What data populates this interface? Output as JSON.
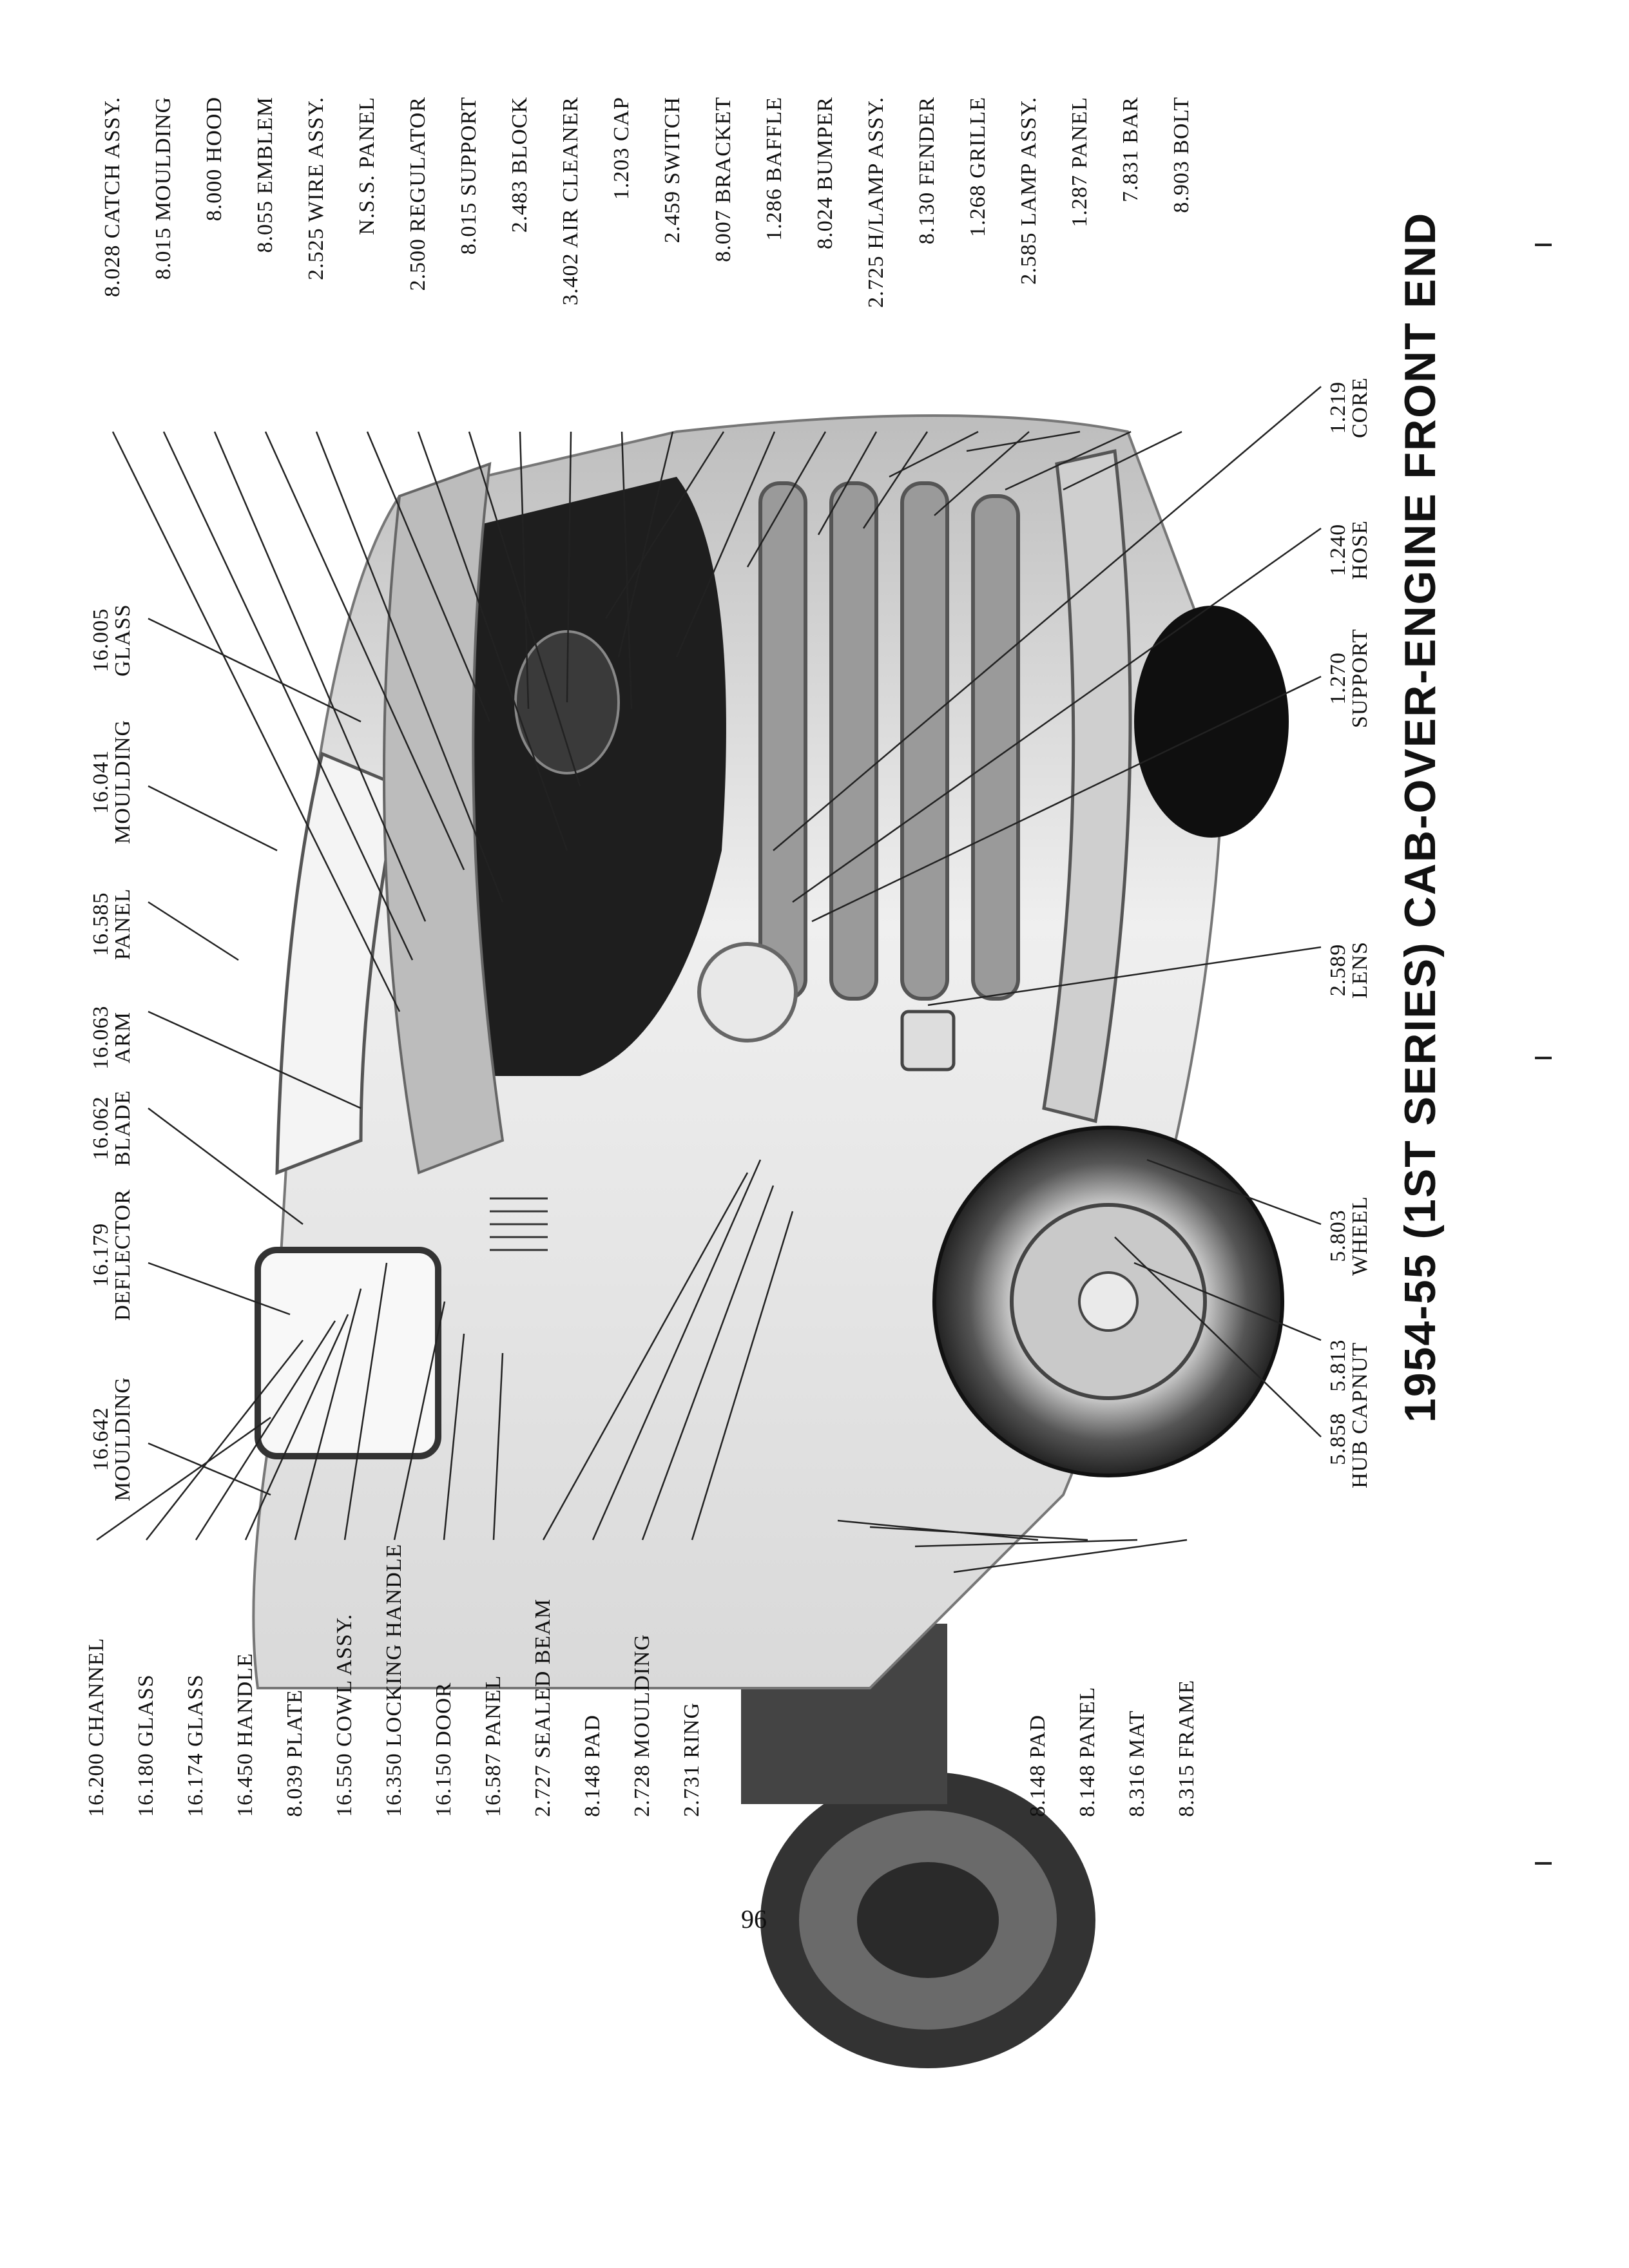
{
  "title": "1954-55 (1ST SERIES) CAB-OVER-ENGINE FRONT END",
  "page_number": "96",
  "top_labels": [
    {
      "code": "8.028",
      "name": "CATCH ASSY."
    },
    {
      "code": "8.015",
      "name": "MOULDING"
    },
    {
      "code": "8.000",
      "name": "HOOD"
    },
    {
      "code": "8.055",
      "name": "EMBLEM"
    },
    {
      "code": "2.525",
      "name": "WIRE ASSY."
    },
    {
      "code": "",
      "name": "N.S.S. PANEL"
    },
    {
      "code": "2.500",
      "name": "REGULATOR"
    },
    {
      "code": "8.015",
      "name": "SUPPORT"
    },
    {
      "code": "2.483",
      "name": "BLOCK"
    },
    {
      "code": "3.402",
      "name": "AIR CLEANER"
    },
    {
      "code": "1.203",
      "name": "CAP"
    },
    {
      "code": "2.459",
      "name": "SWITCH"
    },
    {
      "code": "8.007",
      "name": "BRACKET"
    },
    {
      "code": "1.286",
      "name": "BAFFLE"
    },
    {
      "code": "8.024",
      "name": "BUMPER"
    },
    {
      "code": "2.725",
      "name": "H/LAMP ASSY."
    },
    {
      "code": "8.130",
      "name": "FENDER"
    },
    {
      "code": "1.268",
      "name": "GRILLE"
    },
    {
      "code": "2.585",
      "name": "LAMP ASSY."
    },
    {
      "code": "1.287",
      "name": "PANEL"
    },
    {
      "code": "7.831",
      "name": "BAR"
    },
    {
      "code": "8.903",
      "name": "BOLT"
    }
  ],
  "bottom_labels": [
    {
      "code": "16.200",
      "name": "CHANNEL"
    },
    {
      "code": "16.180",
      "name": "GLASS"
    },
    {
      "code": "16.174",
      "name": "GLASS"
    },
    {
      "code": "16.450",
      "name": "HANDLE"
    },
    {
      "code": "8.039",
      "name": "PLATE"
    },
    {
      "code": "16.550",
      "name": "COWL ASSY."
    },
    {
      "code": "16.350",
      "name": "LOCKING HANDLE"
    },
    {
      "code": "16.150",
      "name": "DOOR"
    },
    {
      "code": "16.587",
      "name": "PANEL"
    },
    {
      "code": "2.727",
      "name": "SEALED BEAM"
    },
    {
      "code": "8.148",
      "name": "PAD"
    },
    {
      "code": "2.728",
      "name": "MOULDING"
    },
    {
      "code": "2.731",
      "name": "RING"
    },
    {
      "code": "8.148",
      "name": "PAD"
    },
    {
      "code": "8.148",
      "name": "PANEL"
    },
    {
      "code": "8.316",
      "name": "MAT"
    },
    {
      "code": "8.315",
      "name": "FRAME"
    }
  ],
  "left_stack_labels": [
    {
      "code": "16.642",
      "name": "MOULDING"
    },
    {
      "code": "16.179",
      "name": "DEFLECTOR"
    },
    {
      "code": "16.062",
      "name": "BLADE"
    },
    {
      "code": "16.063",
      "name": "ARM"
    },
    {
      "code": "16.585",
      "name": "PANEL"
    },
    {
      "code": "16.041",
      "name": "MOULDING"
    },
    {
      "code": "16.005",
      "name": "GLASS"
    }
  ],
  "right_stack_labels": [
    {
      "code": "5.858",
      "name": "HUB CAP"
    },
    {
      "code": "5.813",
      "name": "NUT"
    },
    {
      "code": "5.803",
      "name": "WHEEL"
    },
    {
      "code": "2.589",
      "name": "LENS"
    },
    {
      "code": "1.270",
      "name": "SUPPORT"
    },
    {
      "code": "1.240",
      "name": "HOSE"
    },
    {
      "code": "1.219",
      "name": "CORE"
    }
  ]
}
